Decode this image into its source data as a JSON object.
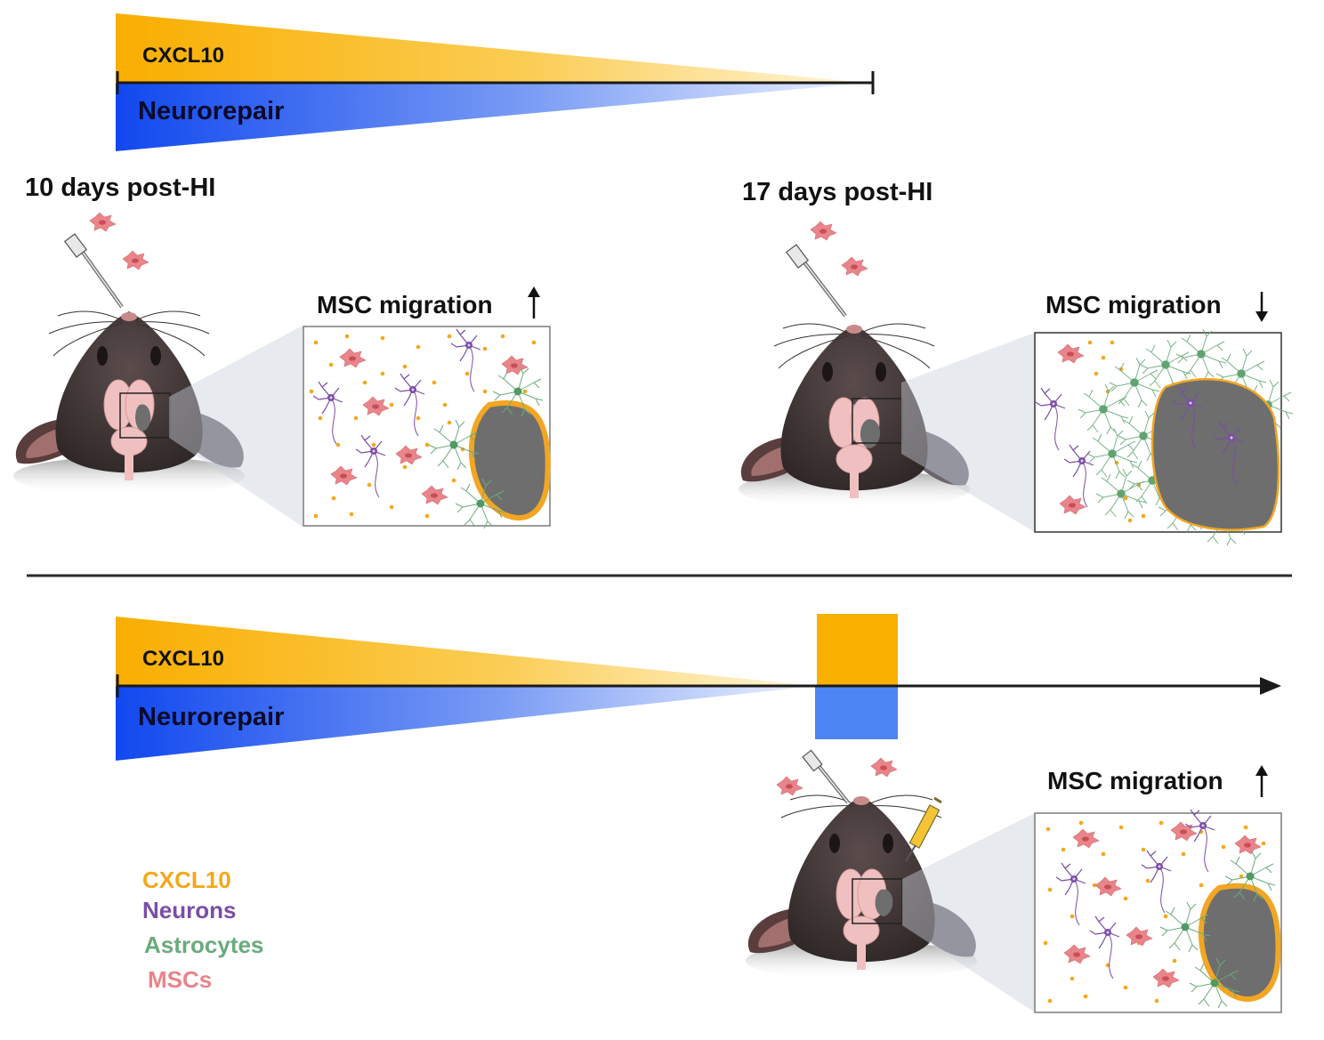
{
  "top_panel": {
    "cxcl10_label": "CXCL10",
    "neurorepair_label": "Neurorepair",
    "time_left": "10 days post-HI",
    "time_right": "17 days post-HI",
    "migration_left": "MSC migration",
    "migration_left_arrow": "up",
    "migration_right": "MSC migration",
    "migration_right_arrow": "down"
  },
  "bottom_panel": {
    "cxcl10_label": "CXCL10",
    "neurorepair_label": "Neurorepair",
    "migration": "MSC migration",
    "migration_arrow": "up"
  },
  "legend": [
    {
      "label": "CXCL10",
      "color": "#f5a81c"
    },
    {
      "label": "Neurons",
      "color": "#7a4ea6"
    },
    {
      "label": "Astrocytes",
      "color": "#6aab7c"
    },
    {
      "label": "MSCs",
      "color": "#e8858a"
    }
  ],
  "colors": {
    "cxcl10": "#f9b000",
    "neurorepair": "#1450f0",
    "lesion": "#6e6e6e",
    "lesion_border": "#f2a623",
    "mouse": "#4a3d3d",
    "brain": "#f0c0c0",
    "astrocyte": "#6aab7c",
    "neuron": "#7a4ea6",
    "msc": "#e8858a"
  },
  "icons": [
    "pipette-icon",
    "syringe-icon",
    "mouse-head-icon",
    "brain-icon",
    "msc-cell-icon",
    "neuron-cell-icon",
    "astrocyte-cell-icon"
  ]
}
